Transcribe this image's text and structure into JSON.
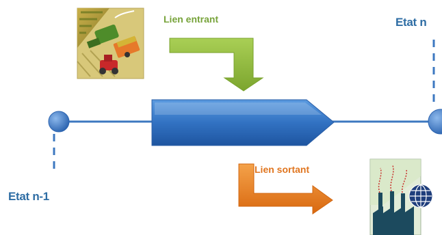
{
  "labels": {
    "state_prev": "Etat n-1",
    "state_next": "Etat n",
    "link_in": "Lien entrant",
    "link_out": "Lien sortant"
  },
  "icons": {
    "top": "farm-harvest-icon",
    "bottom": "factory-globe-icon"
  },
  "colors": {
    "timeline": "#3D78C0",
    "process": "#2F6FC0",
    "link_in": "#8DB63C",
    "link_out": "#E8821E",
    "state_text": "#2E6DA4"
  }
}
